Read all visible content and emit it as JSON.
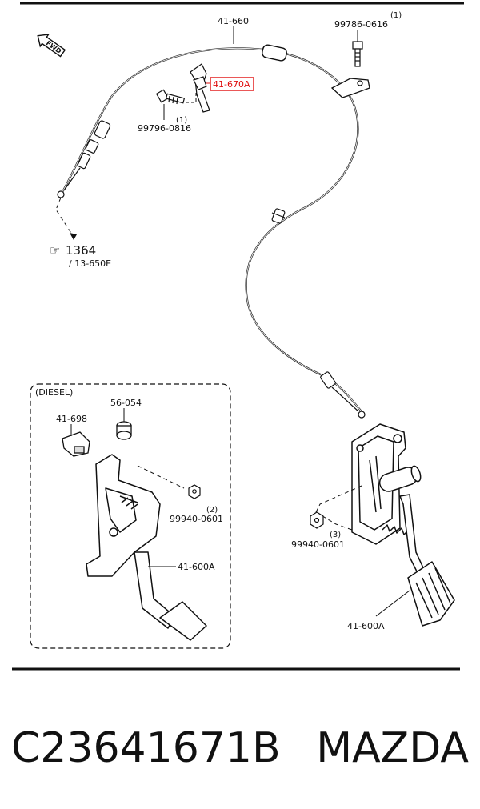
{
  "diagram": {
    "fwd_label": "FWD",
    "highlight_color": "#e01010",
    "parts": {
      "cable": "41-660",
      "bolt_top_right": "99786-0616",
      "bolt_top_right_qty": "(1)",
      "clip": "41-670A",
      "bolt_left": "99796-0816",
      "bolt_left_qty": "(1)",
      "ref_page": "1364",
      "ref_sub": "/ 13-650E",
      "nut_main": "99940-0601",
      "nut_main_qty": "(3)",
      "pedal_main": "41-600A"
    },
    "diesel_box": {
      "title": "(DIESEL)",
      "bracket": "41-698",
      "cap": "56-054",
      "nut": "99940-0601",
      "nut_qty": "(2)",
      "pedal": "41-600A"
    }
  },
  "footer": {
    "part_number": "C23641671B",
    "brand": "MAZDA"
  }
}
